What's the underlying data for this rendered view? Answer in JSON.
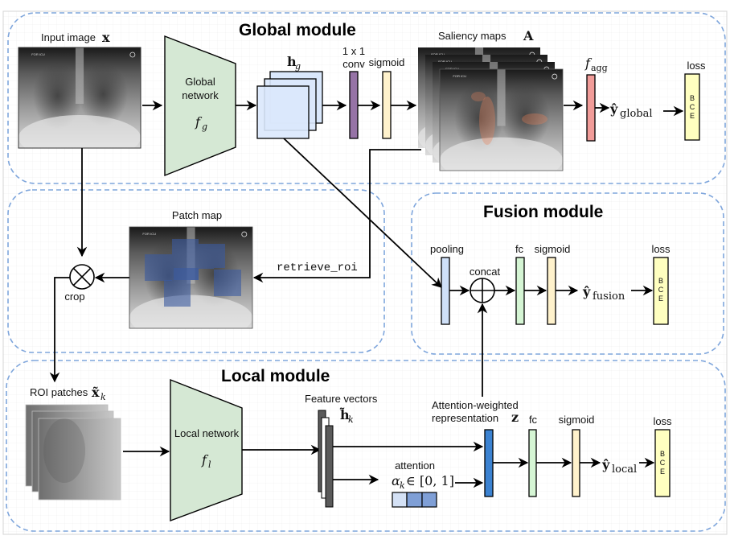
{
  "modules": {
    "global": "Global module",
    "fusion": "Fusion module",
    "local": "Local module"
  },
  "global": {
    "input_label": "Input image",
    "input_symbol": "x",
    "network_label_line1": "Global",
    "network_label_line2": "network",
    "network_symbol": "f",
    "network_symbol_sub": "g",
    "features_symbol": "h",
    "features_symbol_sub": "g",
    "conv_label_line1": "1 x 1",
    "conv_label_line2": "conv",
    "sigmoid_label": "sigmoid",
    "saliency_label": "Saliency maps",
    "saliency_symbol": "A",
    "agg_symbol": "f",
    "agg_symbol_sub": "agg",
    "output_symbol": "ŷ",
    "output_sub": "global",
    "loss_label": "loss",
    "loss_letters": [
      "B",
      "C",
      "E"
    ]
  },
  "patch": {
    "patch_map_label": "Patch map",
    "retrieve_label": "retrieve_roi",
    "crop_label": "crop"
  },
  "fusion": {
    "pooling_label": "pooling",
    "concat_label": "concat",
    "fc_label": "fc",
    "sigmoid_label": "sigmoid",
    "output_symbol": "ŷ",
    "output_sub": "fusion",
    "loss_label": "loss",
    "loss_letters": [
      "B",
      "C",
      "E"
    ]
  },
  "local": {
    "roi_label": "ROI patches",
    "roi_symbol": "x̃",
    "roi_symbol_sub": "k",
    "network_label": "Local network",
    "network_symbol": "f",
    "network_symbol_sub": "l",
    "feature_label": "Feature vectors",
    "feature_symbol": "h̃",
    "feature_symbol_sub": "k",
    "attention_label": "attention",
    "attention_symbol": "α",
    "attention_symbol_sub": "k",
    "attention_range": "∈ [0, 1]",
    "rep_label_line1": "Attention-weighted",
    "rep_label_line2": "representation",
    "rep_symbol": "z",
    "fc_label": "fc",
    "sigmoid_label": "sigmoid",
    "output_symbol": "ŷ",
    "output_sub": "local",
    "loss_label": "loss",
    "loss_letters": [
      "B",
      "C",
      "E"
    ]
  },
  "colors": {
    "module_border": "#7fa6dc",
    "network_fill": "#d5e8d4",
    "feature_map_fill": "#dae8fc",
    "conv_fill": "#9673a6",
    "sigmoid_fill": "#fff2cc",
    "agg_fill": "#f19c99",
    "loss_fill": "#ffffc0",
    "pooling_fill": "#cfe0f8",
    "fc_fill": "#d5f5d4",
    "representation_fill": "#3b82d1",
    "feature_vector_fill": "#5a5a5a",
    "patch_overlay": "#3a5aa0"
  }
}
